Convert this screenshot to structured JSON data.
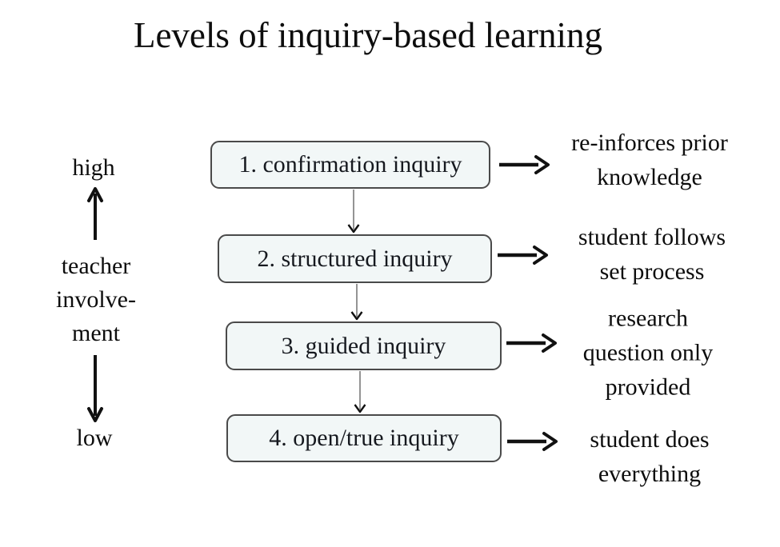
{
  "title": "Levels of inquiry-based learning",
  "axis": {
    "top": "high",
    "middle_lines": [
      "teacher",
      "involve-",
      "ment"
    ],
    "bottom": "low"
  },
  "levels": [
    {
      "label": "1. confirmation inquiry",
      "outcome_lines": [
        "re-inforces prior",
        "knowledge"
      ]
    },
    {
      "label": "2. structured inquiry",
      "outcome_lines": [
        "student follows",
        "set process"
      ]
    },
    {
      "label": "3. guided inquiry",
      "outcome_lines": [
        "research",
        "question only",
        "provided"
      ]
    },
    {
      "label": "4. open/true inquiry",
      "outcome_lines": [
        "student does",
        "everything"
      ]
    }
  ],
  "colors": {
    "background": "#ffffff",
    "box_fill": "#f2f7f7",
    "box_border": "#4a4a4a",
    "text": "#111111",
    "connector_line": "#666666",
    "arrow": "#111111"
  }
}
